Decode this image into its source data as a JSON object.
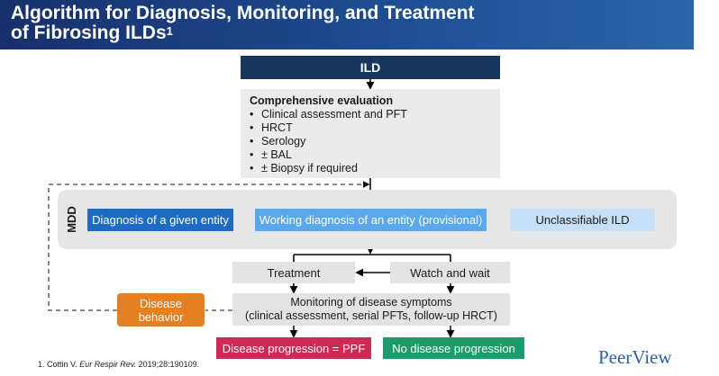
{
  "title": {
    "line1": "Algorithm for Diagnosis, Monitoring, and Treatment",
    "line2": "of Fibrosing ILDs",
    "superscript": "1"
  },
  "nodes": {
    "ild": "ILD",
    "evaluation": {
      "heading": "Comprehensive evaluation",
      "items": [
        "Clinical assessment and PFT",
        "HRCT",
        "Serology",
        "± BAL",
        "± Biopsy if required"
      ]
    },
    "mdd_label": "MDD",
    "diagnosis_entity": "Diagnosis of a given entity",
    "working_diagnosis": "Working diagnosis of an entity (provisional)",
    "unclassifiable": "Unclassifiable ILD",
    "treatment": "Treatment",
    "watch_and_wait": "Watch and wait",
    "monitoring": {
      "line1": "Monitoring of disease symptoms",
      "line2": "(clinical assessment, serial PFTs, follow-up HRCT)"
    },
    "disease_behavior": {
      "line1": "Disease",
      "line2": "behavior"
    },
    "progression_ppf": "Disease progression = PPF",
    "no_progression": "No disease progression"
  },
  "footnote": {
    "prefix": "1. Cottin V. ",
    "journal": "Eur Respir Rev.",
    "suffix": " 2019;28:190109."
  },
  "logo_text": "PeerView",
  "colors": {
    "title_bar": "#1f4f96",
    "ild_box": "#17375e",
    "diagnosis_entity": "#1d6bc3",
    "working_diagnosis": "#5aa8eb",
    "unclassifiable": "#c6e1f7",
    "disease_behavior": "#e67e22",
    "progression_ppf": "#cc2b55",
    "no_progression": "#1e9b6b"
  }
}
